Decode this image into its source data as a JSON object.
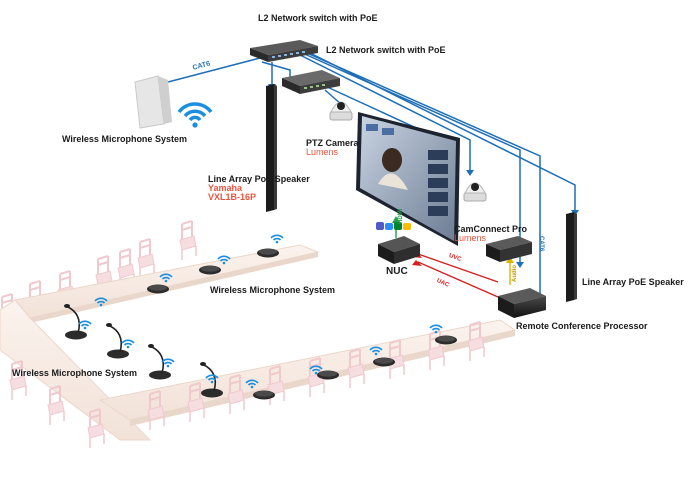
{
  "labels": {
    "switch_top": "L2 Network switch with PoE",
    "switch_second": "L2 Network switch with PoE",
    "wireless_system_top": "Wireless Microphone System",
    "ptz_camera": "PTZ Camera",
    "ptz_brand": "Lumens",
    "line_array_left": "Line Array PoE Speaker",
    "line_array_left_brand": "Yamaha",
    "line_array_left_model": "VXL1B-16P",
    "camconnect": "CamConnect Pro",
    "camconnect_brand": "Lumens",
    "nuc": "NUC",
    "line_array_right": "Line Array PoE Speaker",
    "wireless_system_mid": "Wireless Microphone System",
    "remote_processor": "Remote Conference Processor",
    "wireless_system_left": "Wireless Microphone System"
  },
  "cable_labels": {
    "cat6_left": "CAT6",
    "cat6_right": "CAT6",
    "hdmi": "HDMI",
    "uvc": "UVC",
    "uac": "UAC",
    "audio": "Audio"
  },
  "colors": {
    "network_line": "#1f6fb8",
    "uvc_line": "#d62020",
    "uac_line": "#d62020",
    "hdmi_line": "#23a04a",
    "audio_line": "#e0b400",
    "brand_text": "#e8553e",
    "wifi": "#1a8fe0",
    "table": "#f7ebe3",
    "chair": "#f0c9ce"
  }
}
